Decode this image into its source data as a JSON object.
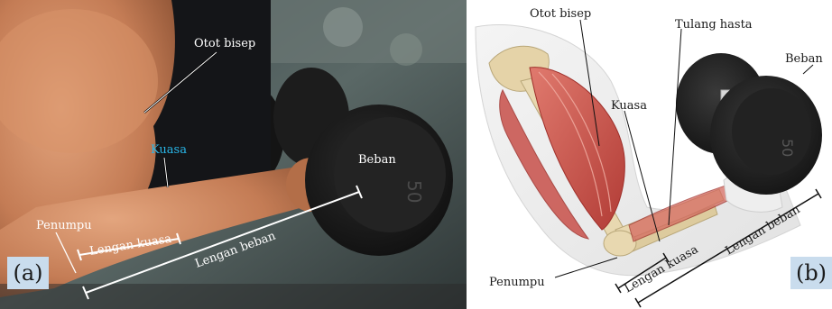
{
  "figure_a": {
    "tag": "(a)",
    "labels": {
      "otot_bisep": "Otot bisep",
      "kuasa": "Kuasa",
      "beban": "Beban",
      "penumpu": "Penumpu",
      "lengan_kuasa": "Lengan kuasa",
      "lengan_beban": "Lengan beban"
    },
    "dumbbell_mark": "50",
    "colors": {
      "kuasa": "#29b6e8",
      "label": "#ffffff",
      "tag_bg": "#c9dced"
    }
  },
  "figure_b": {
    "tag": "(b)",
    "labels": {
      "otot_bisep": "Otot bisep",
      "tulang_hasta": "Tulang hasta",
      "beban": "Beban",
      "kuasa": "Kuasa",
      "penumpu": "Penumpu",
      "lengan_kuasa": "Lengan kuasa",
      "lengan_beban": "Lengan beban"
    },
    "dumbbell_mark": "50",
    "colors": {
      "muscle": "#c8504a",
      "bone": "#e8d8b0",
      "label": "#1a1a1a"
    }
  }
}
